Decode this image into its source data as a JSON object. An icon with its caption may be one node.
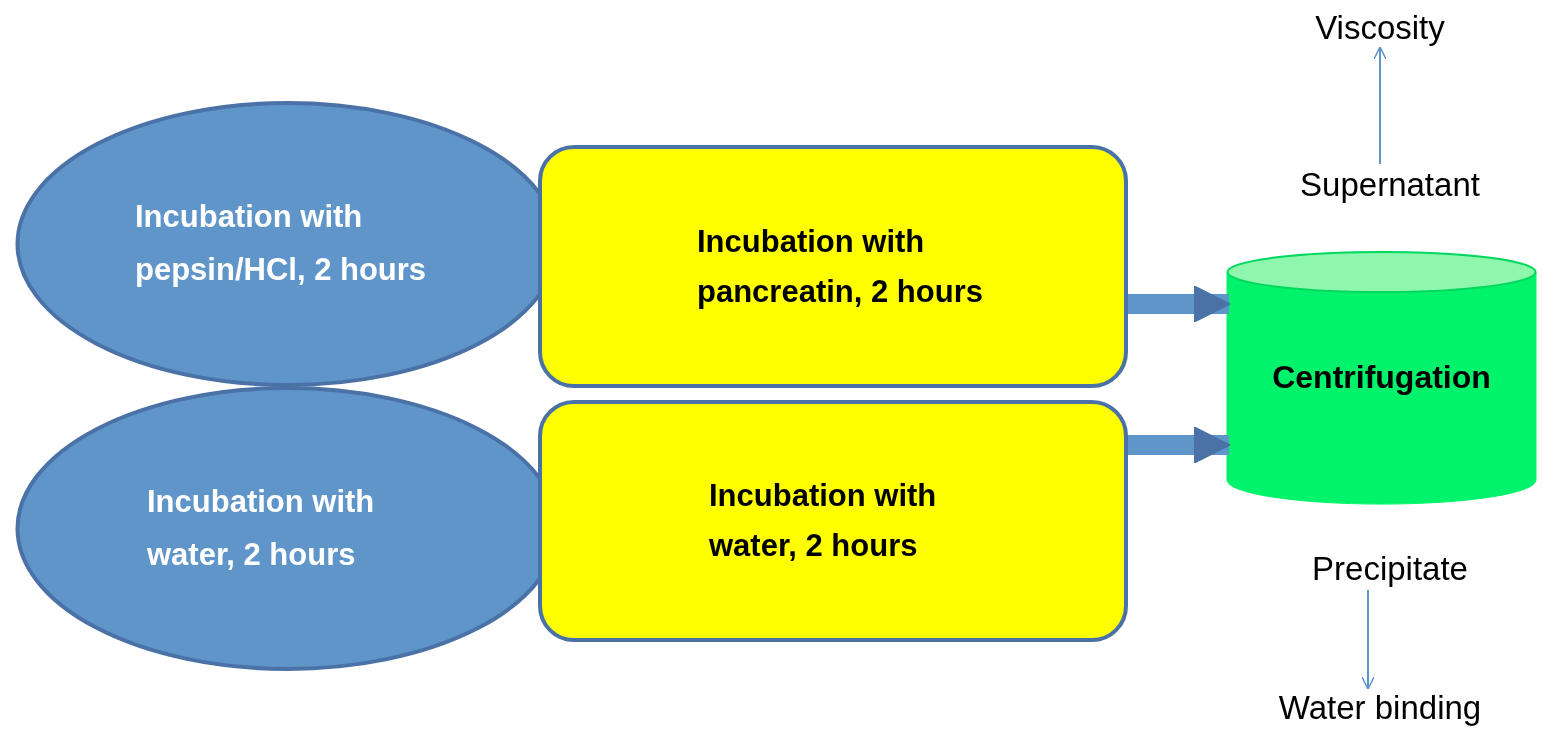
{
  "diagram": {
    "nodes": [
      {
        "text": [
          "Incubation with pepsin/HCl, 2 hours"
        ]
      },
      {
        "text": [
          "Incubation with pancreatin, 2 hours"
        ]
      },
      {
        "text": [
          "Incubation with water, 2 hours"
        ]
      },
      {
        "text": [
          "Incubation with water, 2 hours"
        ]
      },
      {
        "text": [
          "Centrifugation"
        ]
      },
      {
        "text": [
          "Supernatant"
        ]
      },
      {
        "text": [
          "Viscosity"
        ]
      },
      {
        "text": [
          "Precipitate"
        ]
      },
      {
        "text": [
          "Water binding"
        ]
      }
    ],
    "edges": [
      {
        "from": 1,
        "to": 4,
        "arrow": "to",
        "style": "thick"
      },
      {
        "from": 3,
        "to": 4,
        "arrow": "to",
        "style": "thick"
      },
      {
        "from": 5,
        "to": 6,
        "arrow": "to"
      },
      {
        "from": 7,
        "to": 8,
        "arrow": "to"
      }
    ]
  }
}
